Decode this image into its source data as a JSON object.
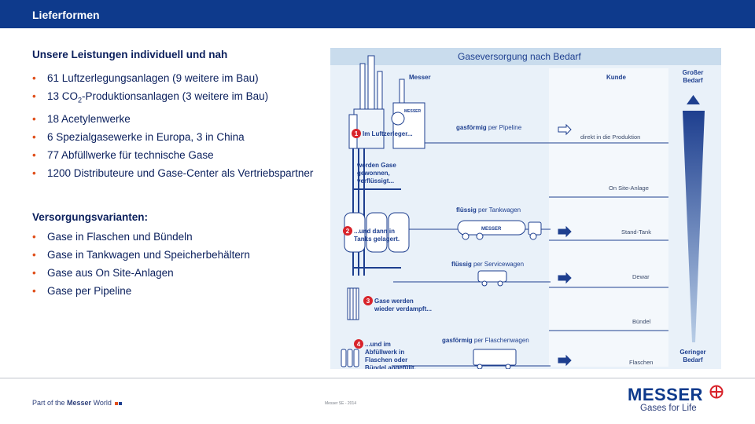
{
  "header": {
    "title": "Lieferformen"
  },
  "left": {
    "heading1": "Unsere Leistungen individuell und nah",
    "list1": [
      {
        "pre": "61 Luftzerlegungsanlagen (9 weitere im Bau)"
      },
      {
        "pre": "13 CO",
        "sub": "2",
        "post": "-Produktionsanlagen (3 weitere im Bau)"
      },
      {
        "pre": "18 Acetylenwerke"
      },
      {
        "pre": "6 Spezialgasewerke in Europa, 3 in China"
      },
      {
        "pre": "77 Abfüllwerke für technische Gase"
      },
      {
        "pre": "1200 Distributeure und Gase-Center als Vertriebspartner"
      }
    ],
    "heading2": "Versorgungsvarianten:",
    "list2": [
      "Gase in Flaschen und Bündeln",
      "Gase in Tankwagen und Speicherbehältern",
      "Gase aus On Site-Anlagen",
      "Gase per Pipeline"
    ],
    "bullet_char": "•"
  },
  "diagram": {
    "title": "Gaseversorgung nach Bedarf",
    "messer_label": "Messer",
    "kunde_label": "Kunde",
    "top_need": [
      "Großer",
      "Bedarf"
    ],
    "bottom_need": [
      "Geringer",
      "Bedarf"
    ],
    "steps": [
      {
        "num": "1",
        "lines": [
          "Im Luftzerleger..."
        ]
      },
      {
        "num": "",
        "lines": [
          "werden Gase",
          "gewonnen,",
          "verflüssigt..."
        ]
      },
      {
        "num": "2",
        "lines": [
          "...und dann in",
          "Tanks gelagert."
        ]
      },
      {
        "num": "3",
        "lines": [
          "Gase werden",
          "wieder verdampft..."
        ]
      },
      {
        "num": "4",
        "lines": [
          "...und im",
          "Abfüllwerk in",
          "Flaschen oder",
          "Bündel abgefüllt."
        ]
      }
    ],
    "routes": [
      {
        "bold": "gasförmig",
        "rest": " per Pipeline"
      },
      {
        "bold": "flüssig",
        "rest": " per Tankwagen"
      },
      {
        "bold": "flüssig",
        "rest": " per Servicewagen"
      },
      {
        "bold": "gasförmig",
        "rest": " per Flaschenwagen"
      }
    ],
    "customers": [
      "direkt in die Produktion",
      "On Site-Anlage",
      "Stand-Tank",
      "Dewar",
      "Bündel",
      "Flaschen"
    ],
    "truck_label": "MESSER",
    "plant_label": "MESSER",
    "colors": {
      "panel": "#dce8f4",
      "stroke": "#1e3f8f",
      "accent": "#d8232a",
      "arrow": "#1e3f8f"
    }
  },
  "footer": {
    "tagline_pre": "Part of the ",
    "tagline_bold": "Messer",
    "tagline_post": " World",
    "meta": "Messer SE - 2014",
    "logo_word": "MESSER",
    "logo_tag": "Gases for Life"
  }
}
